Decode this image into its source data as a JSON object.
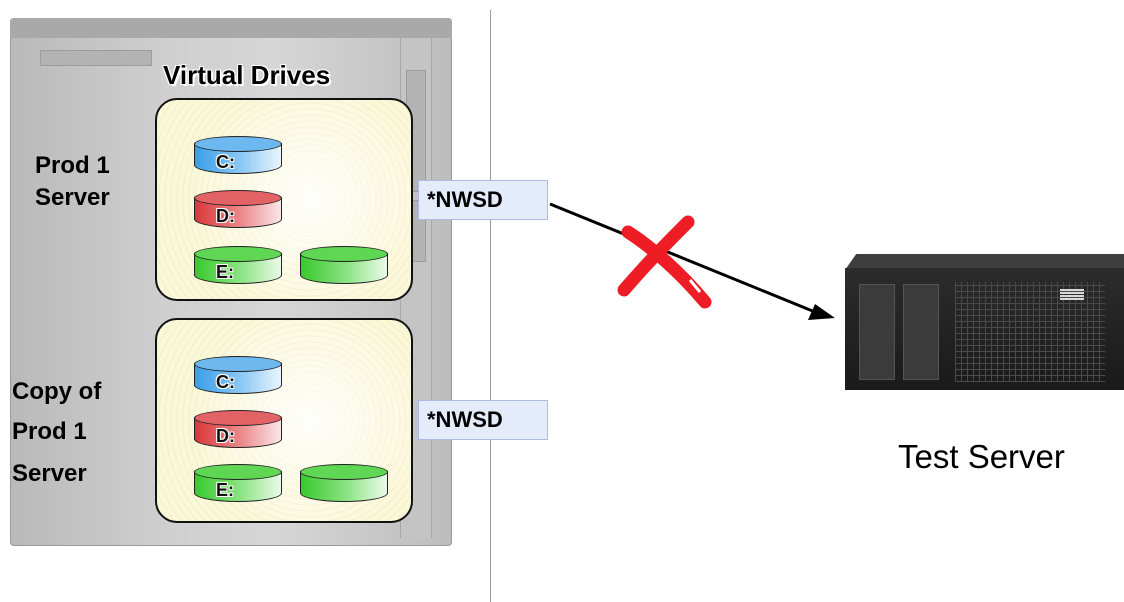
{
  "title": "Virtual Drives",
  "servers": [
    {
      "label_lines": [
        "Prod 1",
        "Server"
      ],
      "nwsd_label": "*NWSD",
      "disks": [
        {
          "letter": "C:",
          "color": "blue"
        },
        {
          "letter": "D:",
          "color": "red"
        },
        {
          "letter": "E:",
          "color": "green"
        },
        {
          "letter": "",
          "color": "green"
        }
      ]
    },
    {
      "label_lines": [
        "Copy of",
        "Prod 1",
        "Server"
      ],
      "nwsd_label": "*NWSD",
      "disks": [
        {
          "letter": "C:",
          "color": "blue"
        },
        {
          "letter": "D:",
          "color": "red"
        },
        {
          "letter": "E:",
          "color": "green"
        },
        {
          "letter": "",
          "color": "green"
        }
      ]
    }
  ],
  "test_server": {
    "label": "Test Server"
  },
  "colors": {
    "disk_blue": "#3a9ee8",
    "disk_red": "#d9363a",
    "disk_green": "#38c92c",
    "group_box_fill": "#fbf8d8",
    "nwsd_fill": "#e4ecfb",
    "blocked_x": "#ee1c24",
    "connection_line": "#000000"
  },
  "connection": {
    "from": "*NWSD",
    "to": "Test Server",
    "blocked": true
  }
}
